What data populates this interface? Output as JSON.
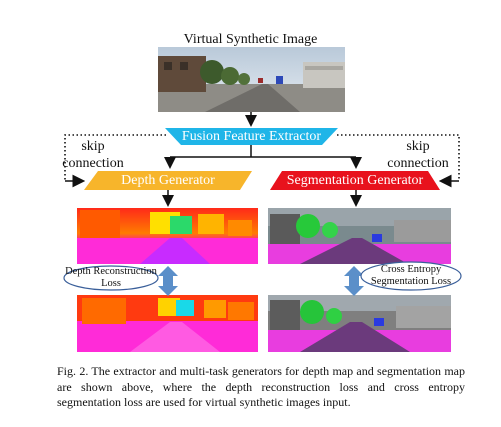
{
  "figure": {
    "input_title": "Virtual Synthetic Image",
    "extractor_label": "Fusion Feature Extractor",
    "depth_generator_label": "Depth Generator",
    "segmentation_generator_label": "Segmentation Generator",
    "skip_connection_left": [
      "skip",
      "connection"
    ],
    "skip_connection_right": [
      "skip",
      "connection"
    ],
    "depth_loss_label": [
      "Depth Reconstruction",
      "Loss"
    ],
    "seg_loss_label": [
      "Cross Entropy",
      "Segmentation Loss"
    ],
    "colors": {
      "extractor": "#1fb5e8",
      "depth_generator": "#f7b52b",
      "segmentation_generator": "#e8121d",
      "loss_arrow": "#5b8fc9",
      "ellipse_stroke": "#3a5f9a"
    }
  },
  "caption": "Fig. 2.   The extractor and multi-task generators for depth map and segmentation map are shown above, where the depth reconstruction loss and cross entropy segmentation loss are used for virtual synthetic images input."
}
